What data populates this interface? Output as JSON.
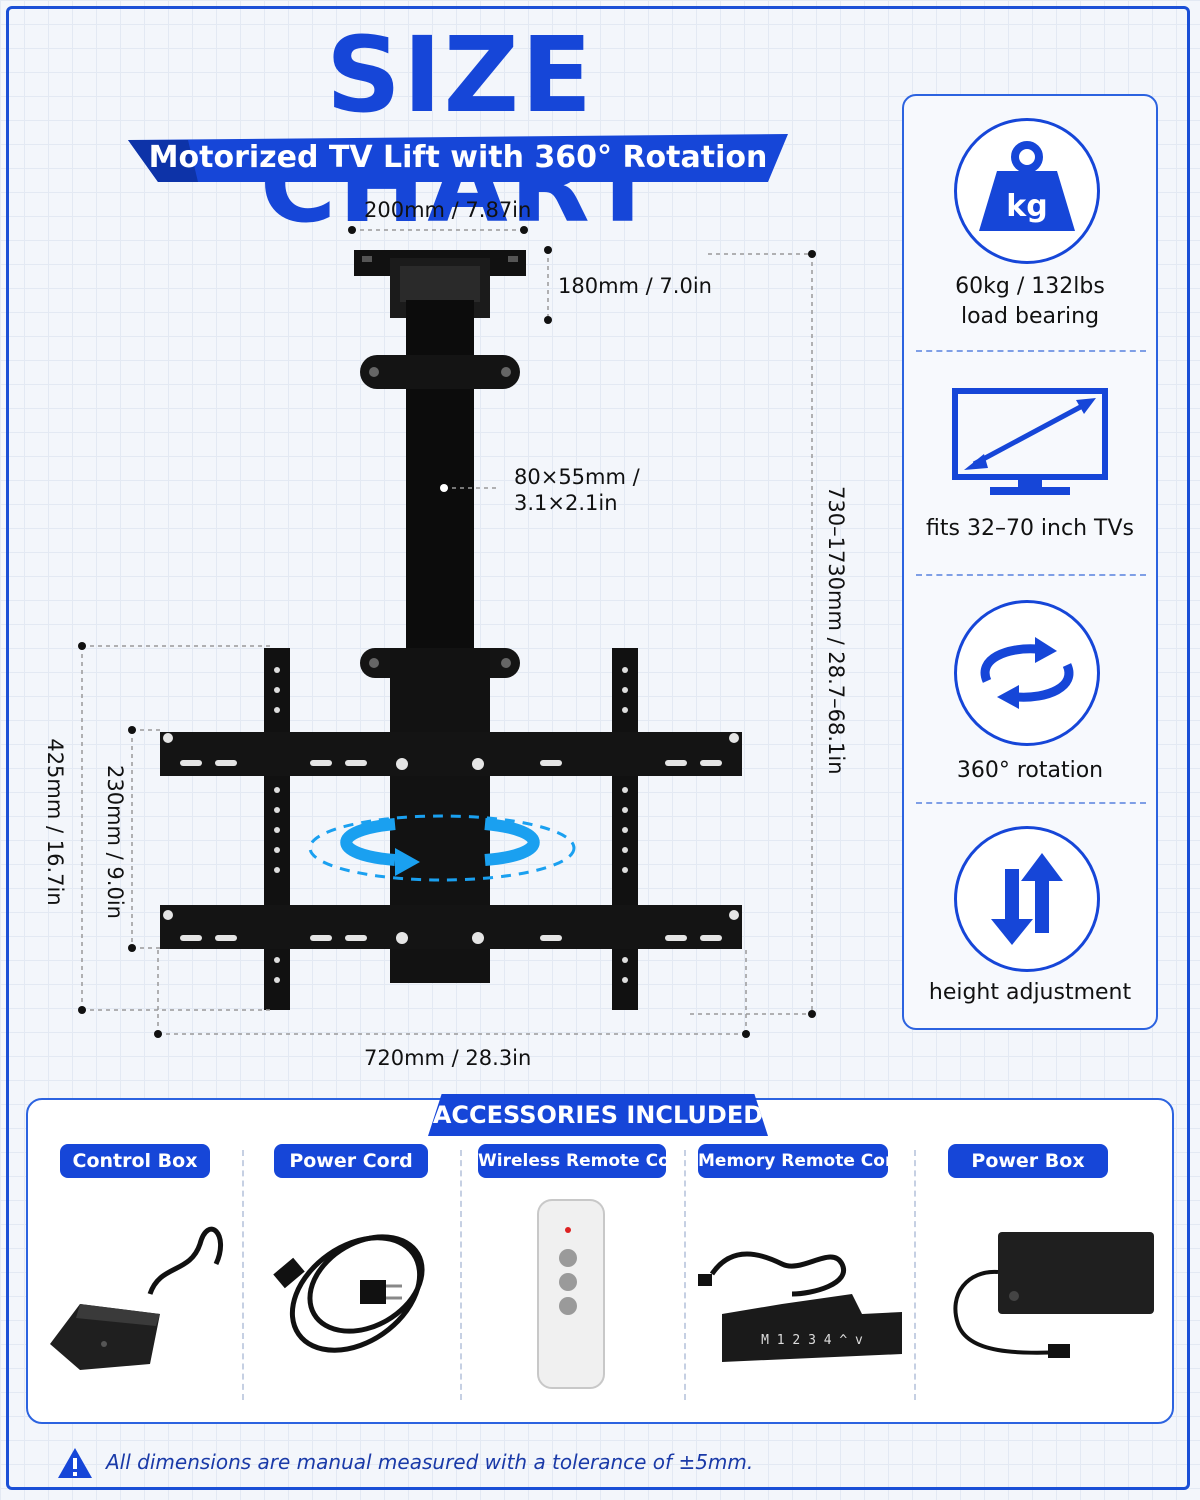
{
  "header": {
    "title": "SIZE CHART",
    "subtitle": "Motorized TV Lift with 360° Rotation"
  },
  "dimensions": {
    "mount_width": "200mm / 7.87in",
    "mount_depth": "180mm / 7.0in",
    "column_size_line1": "80×55mm /",
    "column_size_line2": "3.1×2.1in",
    "lift_range": "730–1730mm / 28.7–68.1in",
    "total_height": "425mm / 16.7in",
    "bracket_height": "230mm / 9.0in",
    "bracket_width": "720mm / 28.3in"
  },
  "features": [
    {
      "icon": "weight-icon",
      "icon_text": "kg",
      "line1": "60kg / 132lbs",
      "line2": "load bearing"
    },
    {
      "icon": "tv-size-icon",
      "line1": "fits 32–70 inch TVs",
      "line2": ""
    },
    {
      "icon": "rotation-icon",
      "line1": "360° rotation",
      "line2": ""
    },
    {
      "icon": "height-adjust-icon",
      "line1": "height adjustment",
      "line2": ""
    }
  ],
  "accessories": {
    "title": "ACCESSORIES INCLUDED",
    "items": [
      {
        "label": "Control Box"
      },
      {
        "label": "Power Cord"
      },
      {
        "label": "Wireless Remote Control"
      },
      {
        "label": "Memory Remote Control",
        "keypad": "M 1 2 3 4 ^ v"
      },
      {
        "label": "Power Box"
      }
    ]
  },
  "footer": {
    "note": "All dimensions are manual measured with a tolerance of ±5mm."
  },
  "colors": {
    "brand_blue": "#1646d8",
    "accent_blue": "#2c63e0",
    "rotation_blue": "#1aa0f0"
  }
}
